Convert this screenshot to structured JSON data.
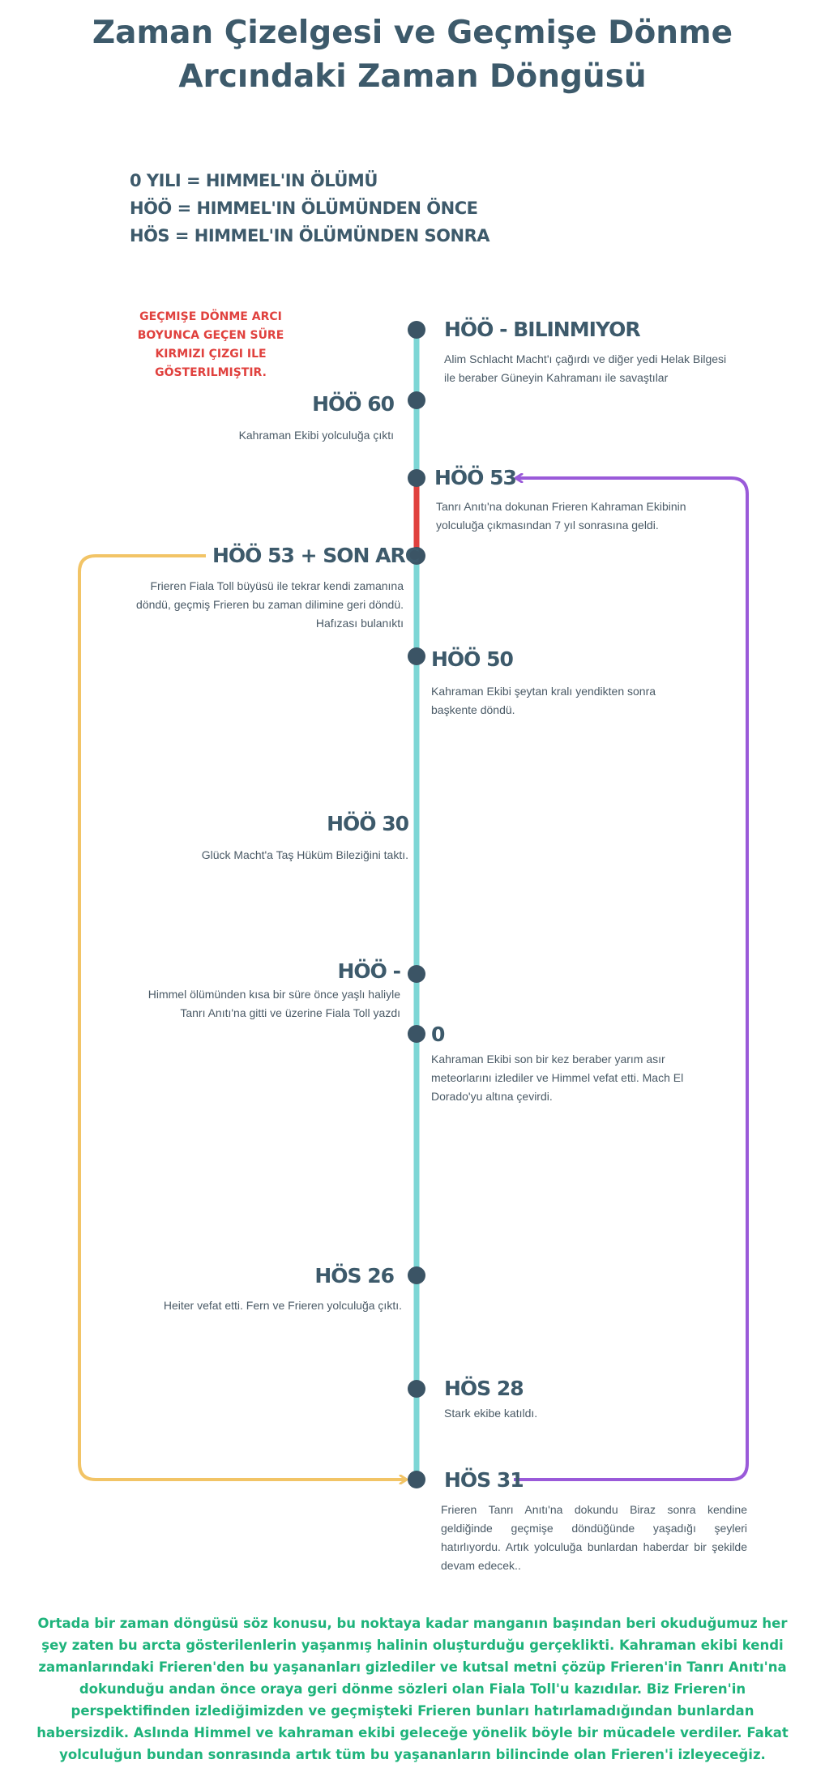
{
  "title_line1": "Zaman Çizelgesi ve Geçmişe Dönme",
  "title_line2": "Arcındaki Zaman Döngüsü",
  "legend": [
    "0 YILI = HIMMEL'IN ÖLÜMÜ",
    "HÖÖ = HIMMEL'IN ÖLÜMÜNDEN ÖNCE",
    "HÖS = HIMMEL'IN ÖLÜMÜNDEN SONRA"
  ],
  "red_note": "GEÇMIŞE DÖNME ARCI BOYUNCA GEÇEN SÜRE KIRMIZI ÇIZGI ILE GÖSTERILMIŞTIR.",
  "colors": {
    "title": "#3d5a6b",
    "timeline": "#7dd6d5",
    "dot": "#3b5465",
    "red_segment": "#e0413e",
    "yellow_arrow": "#f2c466",
    "purple_arrow": "#9a5ad9",
    "footer": "#1eb37b"
  },
  "events": {
    "e1": {
      "title": "HÖÖ - BILINMIYOR",
      "desc": "Alim Schlacht Macht'ı çağırdı ve diğer yedi Helak Bilgesi ile beraber Güneyin Kahramanı ile savaştılar"
    },
    "e2": {
      "title": "HÖÖ 60",
      "desc": "Kahraman Ekibi yolculuğa çıktı"
    },
    "e3": {
      "title": "HÖÖ 53",
      "desc": "Tanrı Anıtı'na dokunan Frieren Kahraman Ekibinin yolculuğa çıkmasından 7 yıl sonrasına geldi."
    },
    "e4": {
      "title": "HÖÖ 53 + SON ARC",
      "desc": "Frieren Fiala Toll büyüsü ile tekrar kendi zamanına döndü, geçmiş Frieren bu zaman dilimine geri döndü. Hafızası bulanıktı"
    },
    "e5": {
      "title": "HÖÖ 50",
      "desc": "Kahraman Ekibi şeytan kralı yendikten sonra başkente döndü."
    },
    "e6": {
      "title": "HÖÖ 30",
      "desc": "Glück Macht'a Taş Hüküm Bileziğini taktı."
    },
    "e7": {
      "title": "HÖÖ -",
      "desc": "Himmel ölümünden kısa bir süre önce yaşlı haliyle Tanrı Anıtı'na gitti ve üzerine Fiala Toll yazdı"
    },
    "e8": {
      "title": "0",
      "desc": "Kahraman Ekibi son bir kez beraber yarım asır meteorlarını izlediler ve Himmel vefat etti. Mach El Dorado'yu altına çevirdi."
    },
    "e9": {
      "title": "HÖS 26",
      "desc": "Heiter vefat etti. Fern ve Frieren yolculuğa çıktı."
    },
    "e10": {
      "title": "HÖS 28",
      "desc": "Stark ekibe katıldı."
    },
    "e11": {
      "title": "HÖS 31",
      "desc": "Frieren Tanrı Anıtı'na dokundu Biraz sonra kendine geldiğinde geçmişe döndüğünde yaşadığı şeyleri hatırlıyordu. Artık yolculuğa bunlardan haberdar bir şekilde devam edecek.."
    }
  },
  "footer": "Ortada bir zaman döngüsü söz konusu, bu noktaya kadar manganın başından beri okuduğumuz her şey zaten bu arcta gösterilenlerin yaşanmış halinin oluşturduğu gerçeklikti. Kahraman ekibi kendi zamanlarındaki Frieren'den bu yaşananları gizlediler ve kutsal metni çözüp Frieren'in Tanrı Anıtı'na dokunduğu andan önce oraya geri dönme sözleri olan Fiala Toll'u kazıdılar. Biz Frieren'in perspektifinden izlediğimizden ve geçmişteki Frieren bunları hatırlamadığından bunlardan habersizdik. Aslında Himmel ve kahraman ekibi geleceğe yönelik böyle bir mücadele verdiler. Fakat yolculuğun bundan sonrasında artık tüm bu yaşananların bilincinde olan Frieren'i izleyeceğiz."
}
